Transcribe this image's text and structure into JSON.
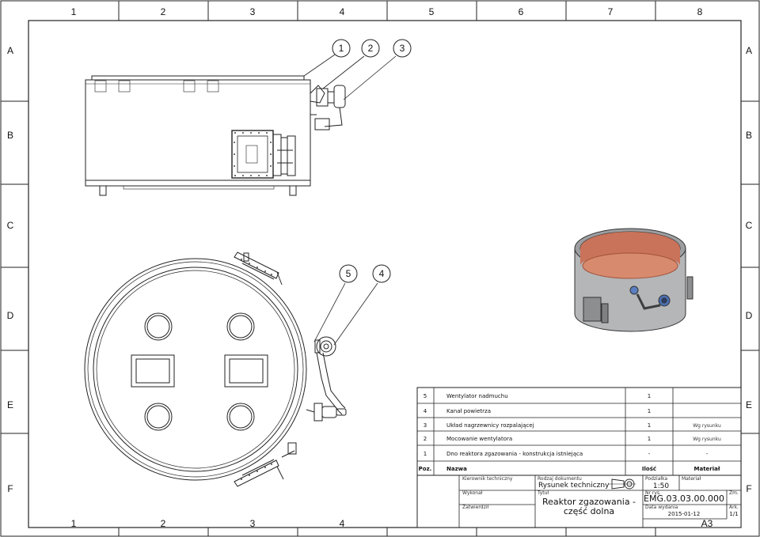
{
  "grid": {
    "cols": [
      "1",
      "2",
      "3",
      "4",
      "5",
      "6",
      "7",
      "8"
    ],
    "rows": [
      "A",
      "B",
      "C",
      "D",
      "E",
      "F"
    ]
  },
  "balloons": {
    "b1": "1",
    "b2": "2",
    "b3": "3",
    "b4": "4",
    "b5": "5"
  },
  "bom": {
    "rows": [
      {
        "poz": "5",
        "name": "Wentylator nadmuchu",
        "qty": "1",
        "material": ""
      },
      {
        "poz": "4",
        "name": "Kanał powietrza",
        "qty": "1",
        "material": ""
      },
      {
        "poz": "3",
        "name": "Układ nagrzewnicy rozpalającej",
        "qty": "1",
        "material": "Wg rysunku"
      },
      {
        "poz": "2",
        "name": "Mocowanie wentylatora",
        "qty": "1",
        "material": "Wg rysunku"
      },
      {
        "poz": "1",
        "name": "Dno reaktora zgazowania - konstrukcja istniejąca",
        "qty": "-",
        "material": "-"
      }
    ],
    "header": {
      "poz": "Poz.",
      "name": "Nazwa",
      "qty": "Ilość",
      "material": "Materiał"
    }
  },
  "title_block": {
    "kierownik_label": "Kierownik techniczny",
    "wykonal_label": "Wykonał",
    "zatwierdzil_label": "Zatwierdził",
    "rodzaj_label": "Rodzaj dokumentu",
    "rodzaj_value": "Rysunek techniczny",
    "tytul_label": "Tytuł",
    "tytul_line1": "Reaktor zgazowania -",
    "tytul_line2": "część dolna",
    "podzialka_label": "Podziałka",
    "podzialka_value": "1:50",
    "material_label": "Materiał",
    "nr_label": "Nr rys.",
    "nr_value": "EMG.03.03.00.000",
    "zm_label": "Zm.",
    "data_label": "Data wydania",
    "data_value": "2015-01-12",
    "ark_label": "Ark.",
    "ark_value": "1/1",
    "format": "A3"
  }
}
